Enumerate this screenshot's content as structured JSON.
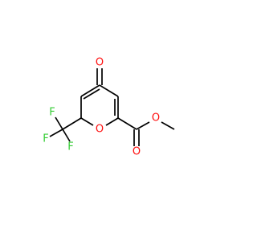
{
  "molecule": {
    "colors": {
      "O": "#ff0d0d",
      "F": "#33cc33",
      "C": "#000000",
      "background": "#ffffff"
    },
    "atoms": [
      {
        "id": "O_keto",
        "label": "O",
        "element": "O"
      },
      {
        "id": "O_ring",
        "label": "O",
        "element": "O"
      },
      {
        "id": "O_carbonyl",
        "label": "O",
        "element": "O"
      },
      {
        "id": "O_ester",
        "label": "O",
        "element": "O"
      },
      {
        "id": "F1",
        "label": "F",
        "element": "F"
      },
      {
        "id": "F2",
        "label": "F",
        "element": "F"
      },
      {
        "id": "F3",
        "label": "F",
        "element": "F"
      }
    ]
  }
}
